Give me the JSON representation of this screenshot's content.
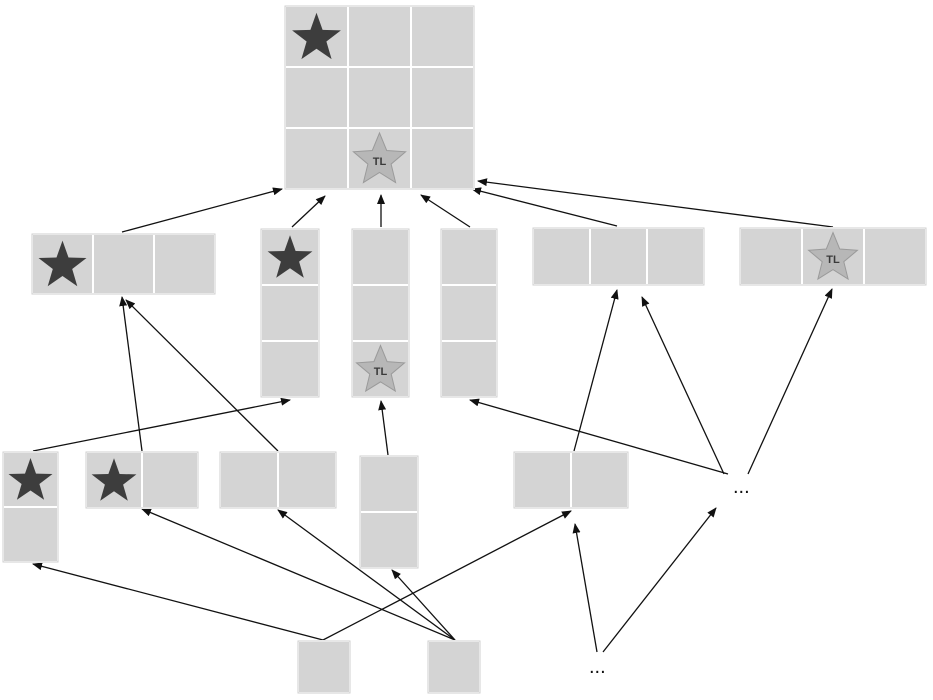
{
  "labels": {
    "tl": "TL",
    "ellipsis": "..."
  },
  "colors": {
    "cell": "#d4d4d4",
    "star": "#3d3d3d",
    "tl_star": "#b7b7b7",
    "edge": "#111111"
  },
  "lattice": {
    "root": {
      "rows": 3,
      "cols": 3,
      "dark_star_cell": [
        0,
        0
      ],
      "tl_star_cell": [
        2,
        1
      ]
    },
    "level_1": [
      {
        "rows": 1,
        "cols": 3,
        "dark_star_cell": [
          0,
          0
        ]
      },
      {
        "rows": 3,
        "cols": 1,
        "dark_star_cell": [
          0,
          0
        ]
      },
      {
        "rows": 3,
        "cols": 1,
        "tl_star_cell": [
          2,
          0
        ]
      },
      {
        "rows": 3,
        "cols": 1
      },
      {
        "rows": 1,
        "cols": 3
      },
      {
        "rows": 1,
        "cols": 3,
        "tl_star_cell": [
          0,
          1
        ]
      }
    ],
    "level_2": [
      {
        "rows": 2,
        "cols": 1,
        "dark_star_cell": [
          0,
          0
        ]
      },
      {
        "rows": 1,
        "cols": 2,
        "dark_star_cell": [
          0,
          0
        ]
      },
      {
        "rows": 1,
        "cols": 2
      },
      {
        "rows": 2,
        "cols": 1
      },
      {
        "rows": 1,
        "cols": 2
      },
      {
        "ellipsis": true
      }
    ],
    "level_3": [
      {
        "rows": 1,
        "cols": 1
      },
      {
        "rows": 1,
        "cols": 1
      },
      {
        "ellipsis": true
      }
    ]
  }
}
